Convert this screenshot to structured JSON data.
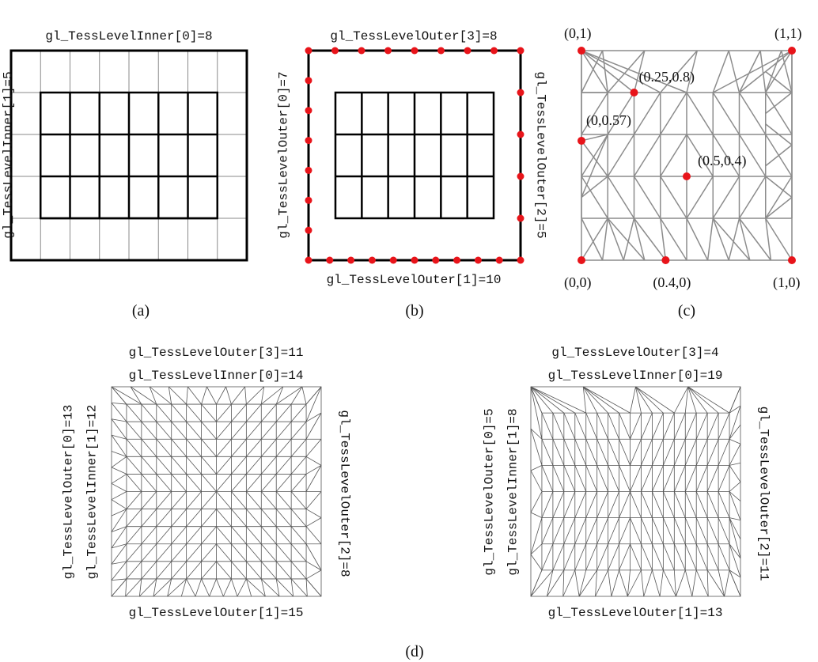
{
  "panels": {
    "a": {
      "caption": "(a)",
      "inner0_label": "gl_TessLevelInner[0]=8",
      "inner1_label": "gl_TessLevelInner[1]=5",
      "inner0": 8,
      "inner1": 5
    },
    "b": {
      "caption": "(b)",
      "outer0_label": "gl_TessLevelOuter[0]=7",
      "outer1_label": "gl_TessLevelOuter[1]=10",
      "outer2_label": "gl_TessLevelOuter[2]=5",
      "outer3_label": "gl_TessLevelOuter[3]=8",
      "outer0": 7,
      "outer1": 10,
      "outer2": 5,
      "outer3": 8,
      "vertex_color": "#e8141a"
    },
    "c": {
      "caption": "(c)",
      "point_color": "#e8141a",
      "points": [
        {
          "u": 0,
          "v": 1,
          "label": "(0,1)"
        },
        {
          "u": 1,
          "v": 1,
          "label": "(1,1)"
        },
        {
          "u": 0.25,
          "v": 0.8,
          "label": "(0.25,0.8)"
        },
        {
          "u": 0,
          "v": 0.57,
          "label": "(0,0.57)"
        },
        {
          "u": 0.5,
          "v": 0.4,
          "label": "(0.5,0.4)"
        },
        {
          "u": 0,
          "v": 0,
          "label": "(0,0)"
        },
        {
          "u": 0.4,
          "v": 0,
          "label": "(0.4,0)"
        },
        {
          "u": 1,
          "v": 0,
          "label": "(1,0)"
        }
      ]
    },
    "d": {
      "caption": "(d)",
      "left": {
        "outer3_label": "gl_TessLevelOuter[3]=11",
        "inner0_label": "gl_TessLevelInner[0]=14",
        "outer0_label": "gl_TessLevelOuter[0]=13",
        "inner1_label": "gl_TessLevelInner[1]=12",
        "outer2_label": "gl_TessLevelOuter[2]=8",
        "outer1_label": "gl_TessLevelOuter[1]=15",
        "outer0": 13,
        "outer1": 15,
        "outer2": 8,
        "outer3": 11,
        "inner0": 14,
        "inner1": 12
      },
      "right": {
        "outer3_label": "gl_TessLevelOuter[3]=4",
        "inner0_label": "gl_TessLevelInner[0]=19",
        "outer0_label": "gl_TessLevelOuter[0]=5",
        "inner1_label": "gl_TessLevelInner[1]=8",
        "outer2_label": "gl_TessLevelOuter[2]=11",
        "outer1_label": "gl_TessLevelOuter[1]=13",
        "outer0": 5,
        "outer1": 13,
        "outer2": 11,
        "outer3": 4,
        "inner0": 19,
        "inner1": 8
      }
    }
  }
}
